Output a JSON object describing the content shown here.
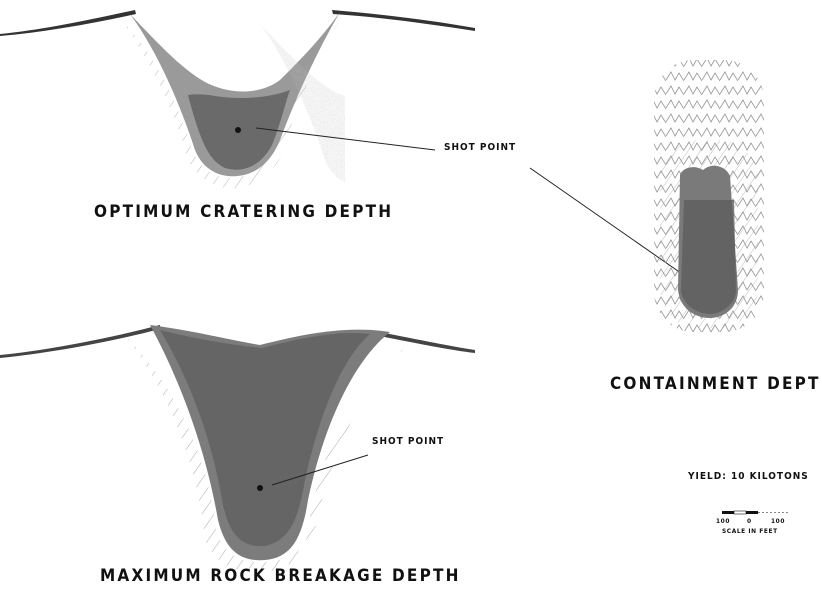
{
  "diagram": {
    "panels": [
      {
        "caption": "OPTIMUM CRATERING DEPTH",
        "callout": "SHOT POINT"
      },
      {
        "caption": "CONTAINMENT DEPTH"
      },
      {
        "caption": "MAXIMUM ROCK BREAKAGE DEPTH",
        "callout": "SHOT POINT"
      }
    ],
    "yield_label": "YIELD: 10 KILOTONS",
    "scale": {
      "ticks": [
        "100",
        "0",
        "100"
      ],
      "label": "SCALE IN FEET"
    }
  }
}
